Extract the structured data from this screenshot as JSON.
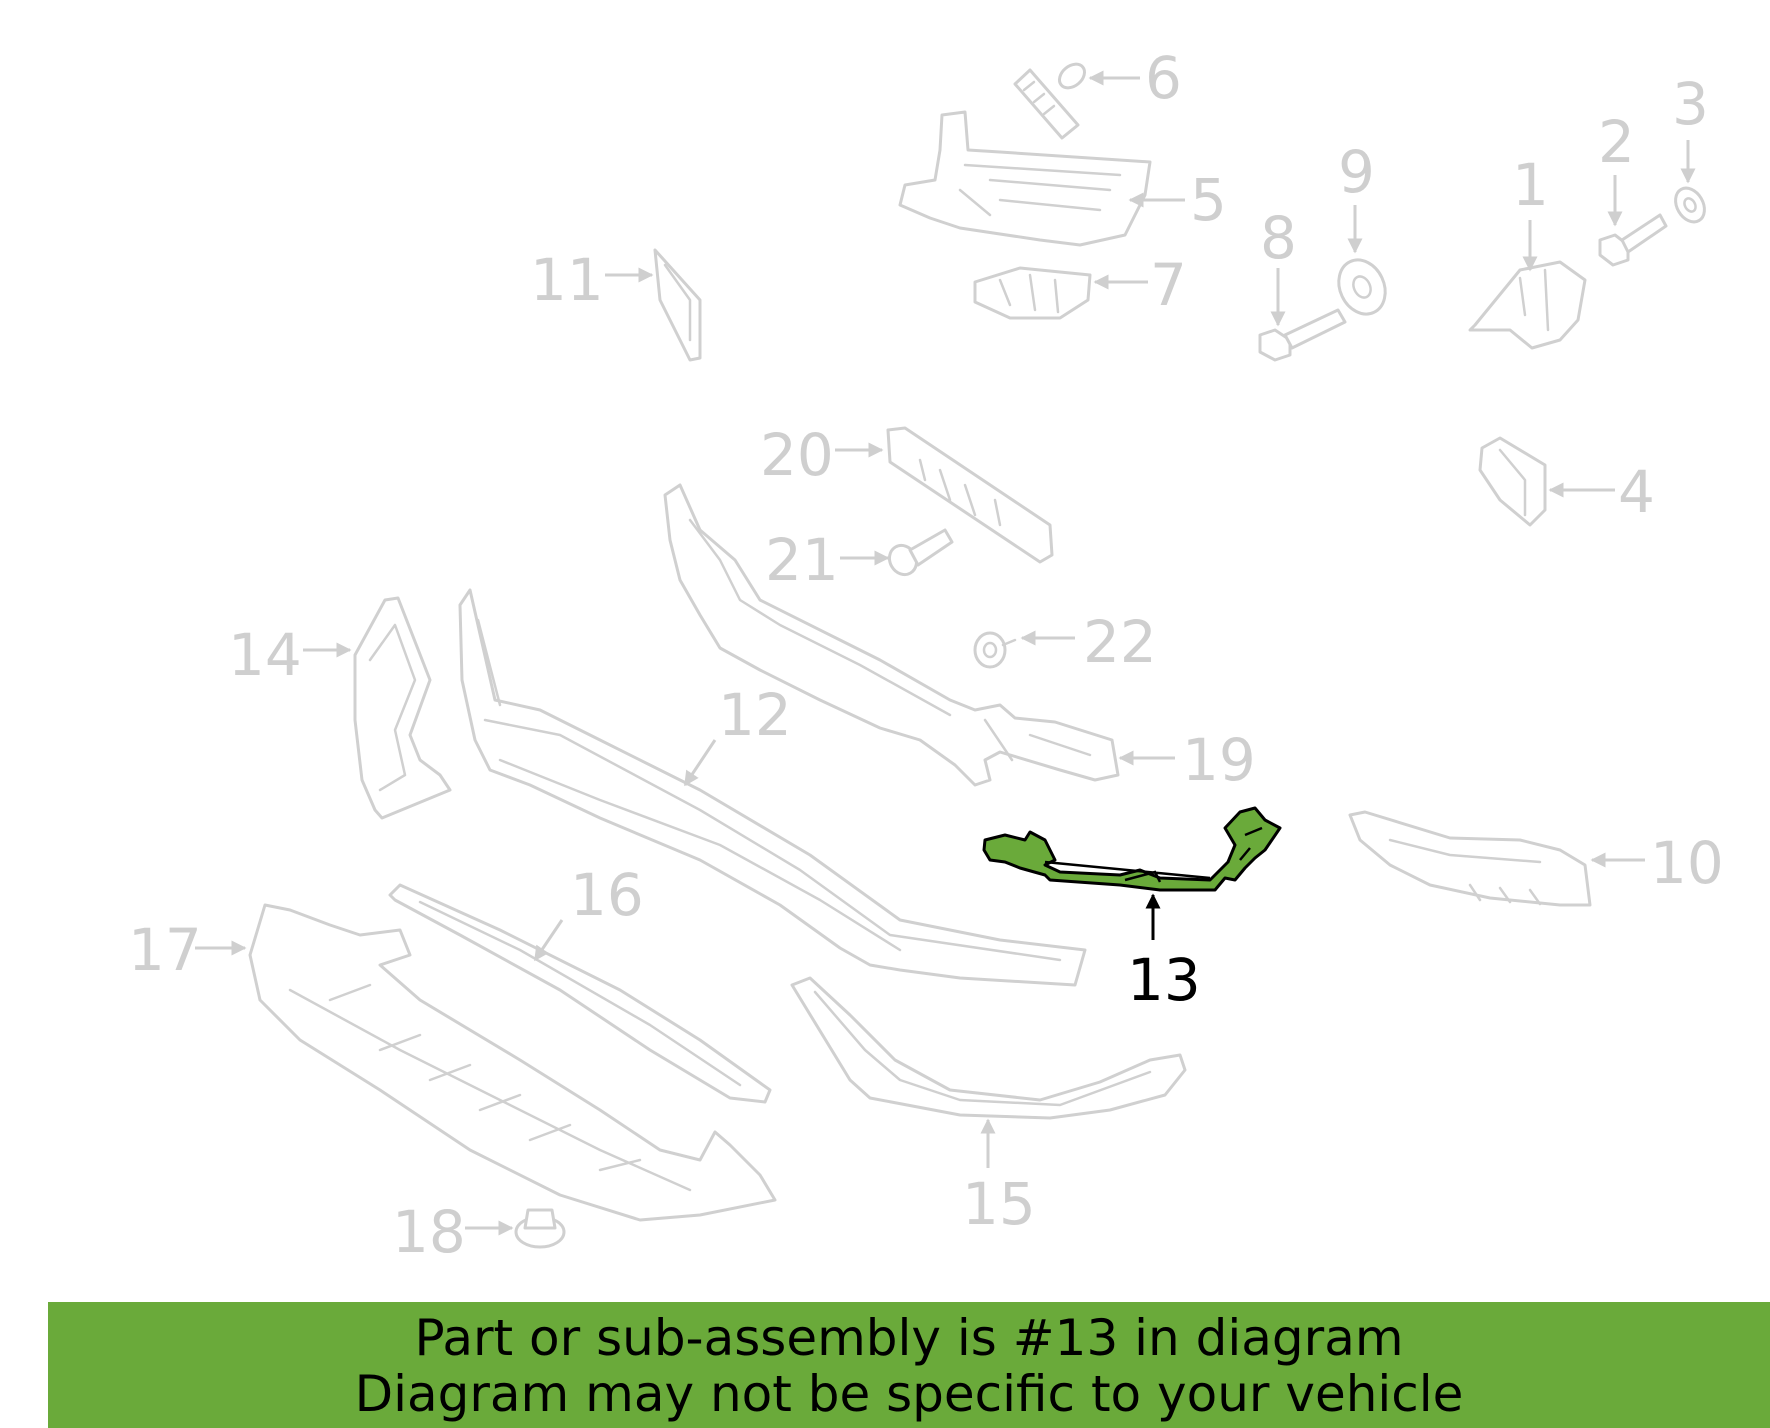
{
  "highlight_color": "#6aaa3a",
  "callout_color": "#cfcfcf",
  "highlighted_part": "13",
  "callouts": {
    "c1": "1",
    "c2": "2",
    "c3": "3",
    "c4": "4",
    "c5": "5",
    "c6": "6",
    "c7": "7",
    "c8": "8",
    "c9": "9",
    "c10": "10",
    "c11": "11",
    "c12": "12",
    "c13": "13",
    "c14": "14",
    "c15": "15",
    "c16": "16",
    "c17": "17",
    "c18": "18",
    "c19": "19",
    "c20": "20",
    "c21": "21",
    "c22": "22"
  },
  "banner": {
    "line1": "Part or sub-assembly is #13 in diagram",
    "line2": "Diagram may not be specific to your vehicle"
  }
}
